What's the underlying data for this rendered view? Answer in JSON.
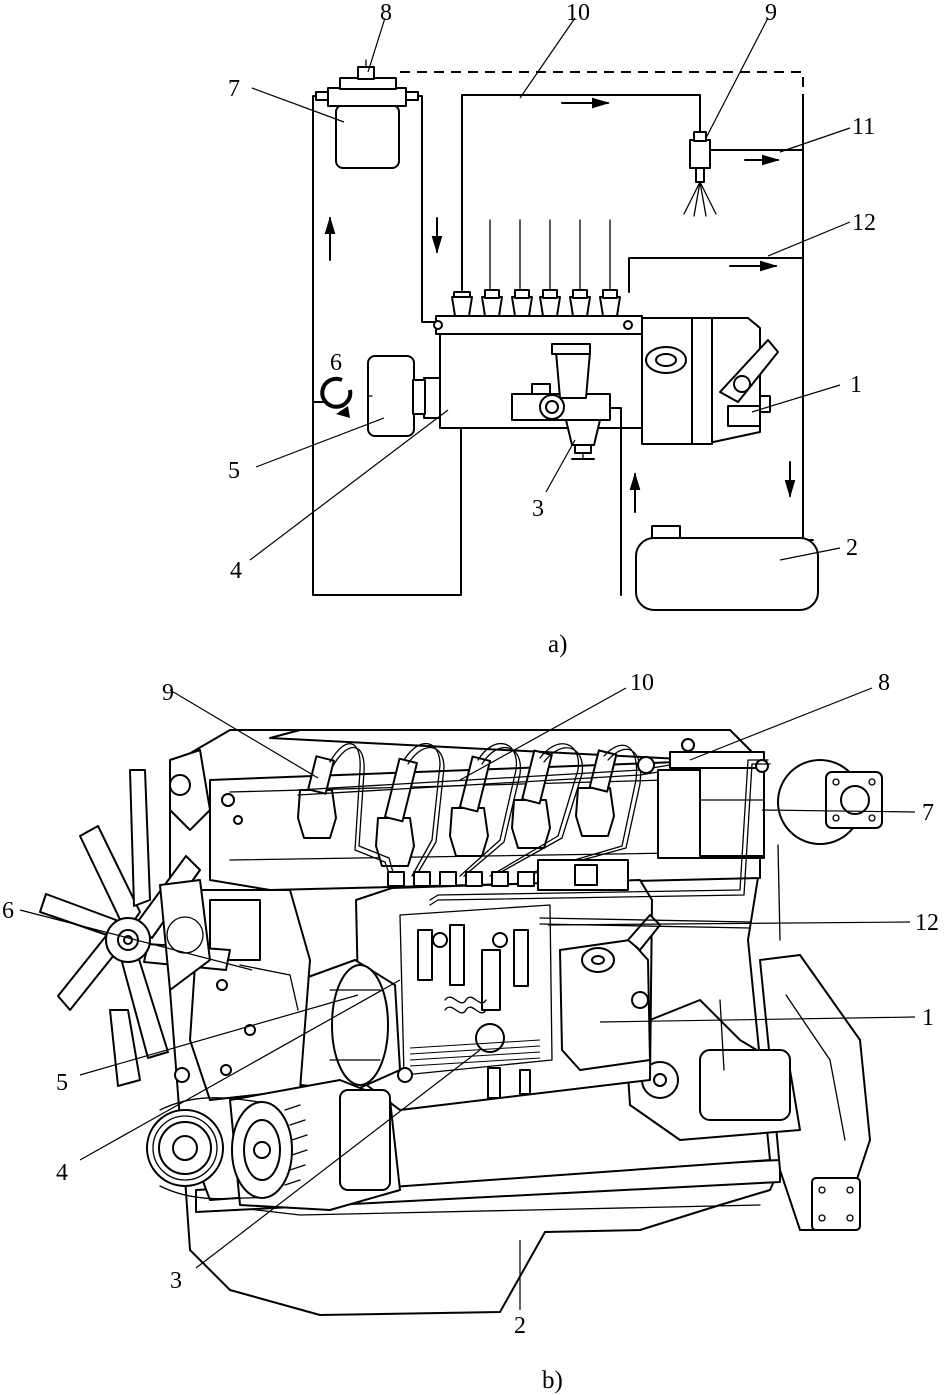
{
  "figure": {
    "sub_a": {
      "caption": "a)",
      "labels": [
        {
          "id": "1",
          "text": "1"
        },
        {
          "id": "2",
          "text": "2"
        },
        {
          "id": "3",
          "text": "3"
        },
        {
          "id": "4",
          "text": "4"
        },
        {
          "id": "5",
          "text": "5"
        },
        {
          "id": "6",
          "text": "6"
        },
        {
          "id": "7",
          "text": "7"
        },
        {
          "id": "8",
          "text": "8"
        },
        {
          "id": "9",
          "text": "9"
        },
        {
          "id": "10",
          "text": "10"
        },
        {
          "id": "11",
          "text": "11"
        },
        {
          "id": "12",
          "text": "12"
        }
      ]
    },
    "sub_b": {
      "caption": "b)",
      "labels": [
        {
          "id": "1",
          "text": "1"
        },
        {
          "id": "2",
          "text": "2"
        },
        {
          "id": "3",
          "text": "3"
        },
        {
          "id": "4",
          "text": "4"
        },
        {
          "id": "5",
          "text": "5"
        },
        {
          "id": "6",
          "text": "6"
        },
        {
          "id": "7",
          "text": "7"
        },
        {
          "id": "8",
          "text": "8"
        },
        {
          "id": "9",
          "text": "9"
        },
        {
          "id": "10",
          "text": "10"
        },
        {
          "id": "12",
          "text": "12"
        }
      ]
    }
  },
  "colors": {
    "ink": "#000000",
    "paper": "#ffffff"
  }
}
